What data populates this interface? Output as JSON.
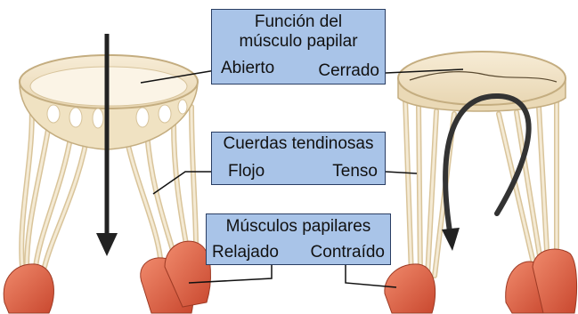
{
  "boxes": {
    "papillary_function": {
      "title_line1": "Función del",
      "title_line2": "músculo papilar",
      "left": "Abierto",
      "right": "Cerrado"
    },
    "chordae": {
      "title": "Cuerdas tendinosas",
      "left": "Flojo",
      "right": "Tenso"
    },
    "muscles": {
      "title": "Músculos papilares",
      "left": "Relajado",
      "right": "Contraído"
    }
  },
  "colors": {
    "box_fill": "#a9c4e8",
    "box_border": "#2a3e63",
    "valve_tissue": "#f2e6cc",
    "valve_outline": "#c4ad80",
    "muscle": "#e06a4e",
    "arrow": "#222222"
  }
}
